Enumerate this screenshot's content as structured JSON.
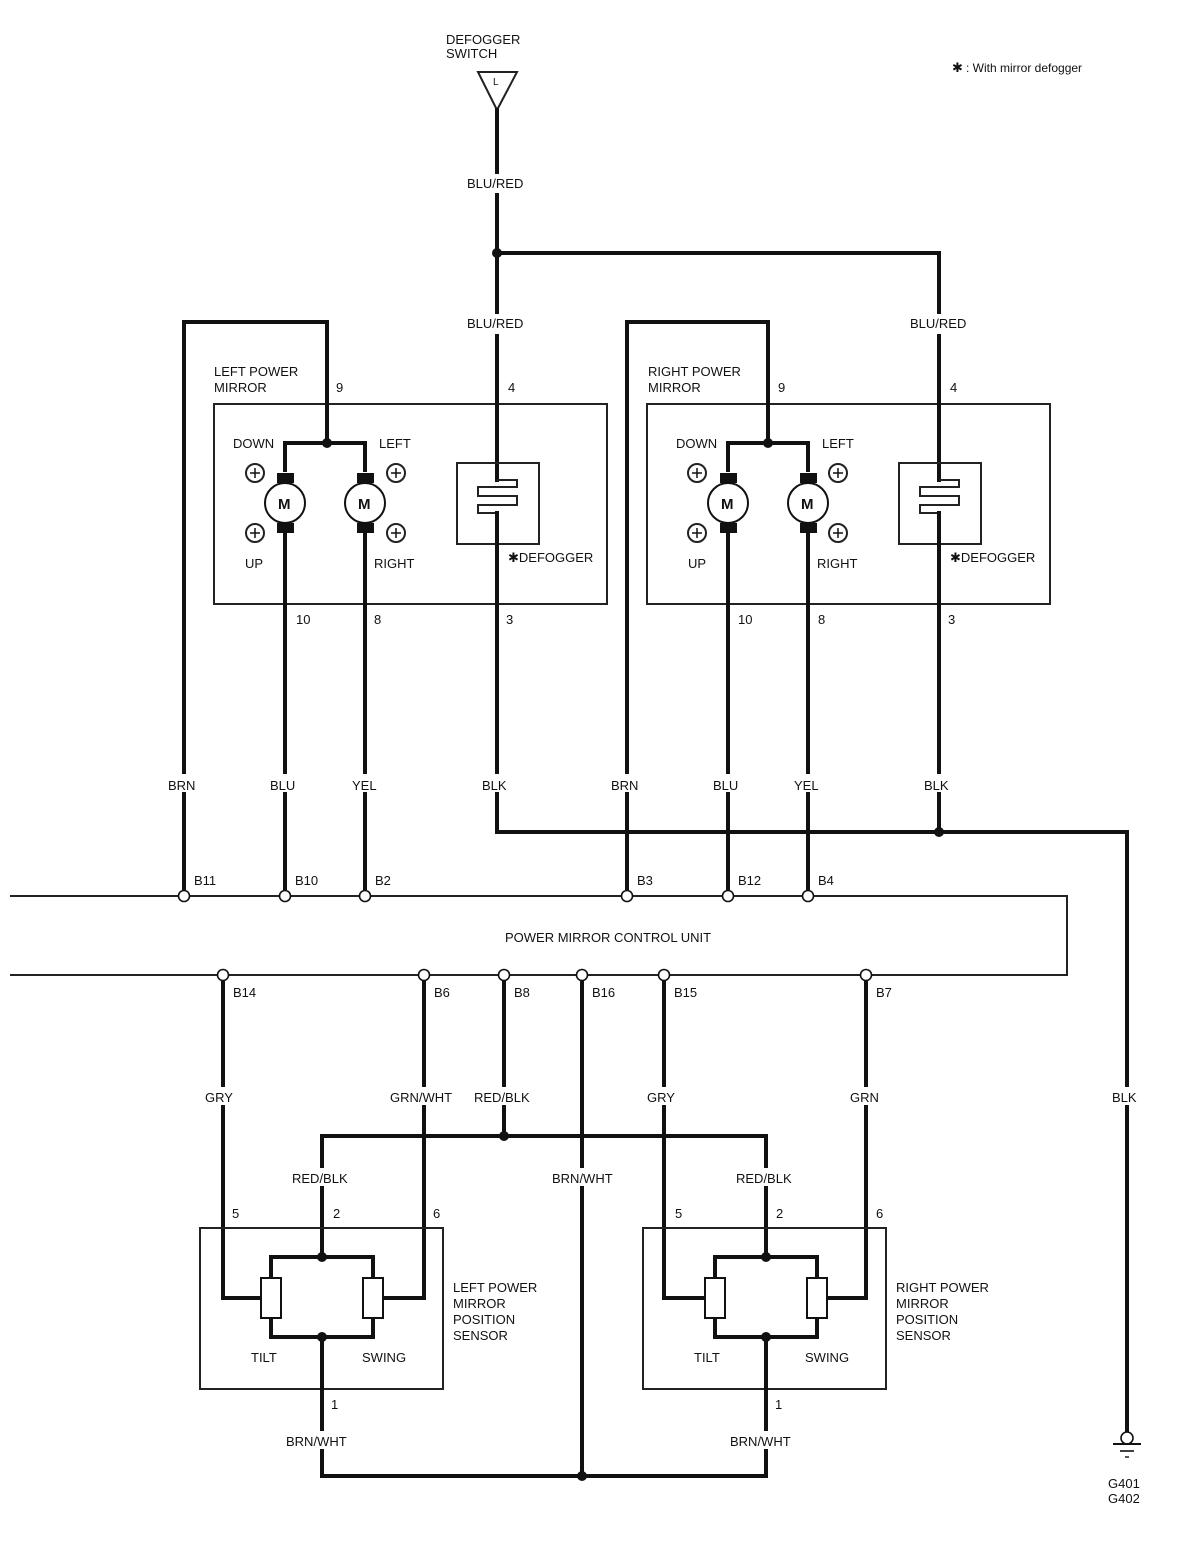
{
  "title_note": {
    "asterisk": "✱",
    "text": ": With mirror defogger"
  },
  "defogger_switch": {
    "label_line1": "DEFOGGER",
    "label_line2": "SWITCH",
    "terminal": "L",
    "wire": "BLU/RED"
  },
  "left_mirror": {
    "label_line1": "LEFT POWER",
    "label_line2": "MIRROR",
    "pin_common": "9",
    "pin_defog_in": "4",
    "pin_ud": "10",
    "pin_lr": "8",
    "pin_defog_out": "3",
    "down": "DOWN",
    "up": "UP",
    "left": "LEFT",
    "right": "RIGHT",
    "motor": "M",
    "defogger": "✱DEFOGGER",
    "wire_defog_in": "BLU/RED"
  },
  "right_mirror": {
    "label_line1": "RIGHT POWER",
    "label_line2": "MIRROR",
    "pin_common": "9",
    "pin_defog_in": "4",
    "pin_ud": "10",
    "pin_lr": "8",
    "pin_defog_out": "3",
    "down": "DOWN",
    "up": "UP",
    "left": "LEFT",
    "right": "RIGHT",
    "motor": "M",
    "defogger": "✱DEFOGGER",
    "wire_defog_in": "BLU/RED"
  },
  "upper_wires": {
    "left_brn": "BRN",
    "left_blu": "BLU",
    "left_yel": "YEL",
    "left_blk": "BLK",
    "right_brn": "BRN",
    "right_blu": "BLU",
    "right_yel": "YEL",
    "right_blk": "BLK"
  },
  "control_unit": {
    "label": "POWER MIRROR CONTROL UNIT",
    "top_pins": [
      "B11",
      "B10",
      "B2",
      "B3",
      "B12",
      "B4"
    ],
    "bottom_pins": [
      "B14",
      "B6",
      "B8",
      "B16",
      "B15",
      "B7"
    ]
  },
  "lower_wires": {
    "b14": "GRY",
    "b6": "GRN/WHT",
    "b8": "RED/BLK",
    "b16": "BRN/WHT",
    "b15": "GRY",
    "b7": "GRN",
    "left_redblk": "RED/BLK",
    "right_redblk": "RED/BLK",
    "left_brnwht": "BRN/WHT",
    "right_brnwht": "BRN/WHT",
    "ground_blk": "BLK"
  },
  "left_sensor": {
    "label_line1": "LEFT POWER",
    "label_line2": "MIRROR",
    "label_line3": "POSITION",
    "label_line4": "SENSOR",
    "pin5": "5",
    "pin2": "2",
    "pin6": "6",
    "pin1": "1",
    "tilt": "TILT",
    "swing": "SWING"
  },
  "right_sensor": {
    "label_line1": "RIGHT POWER",
    "label_line2": "MIRROR",
    "label_line3": "POSITION",
    "label_line4": "SENSOR",
    "pin5": "5",
    "pin2": "2",
    "pin6": "6",
    "pin1": "1",
    "tilt": "TILT",
    "swing": "SWING"
  },
  "ground": {
    "line1": "G401",
    "line2": "G402"
  }
}
